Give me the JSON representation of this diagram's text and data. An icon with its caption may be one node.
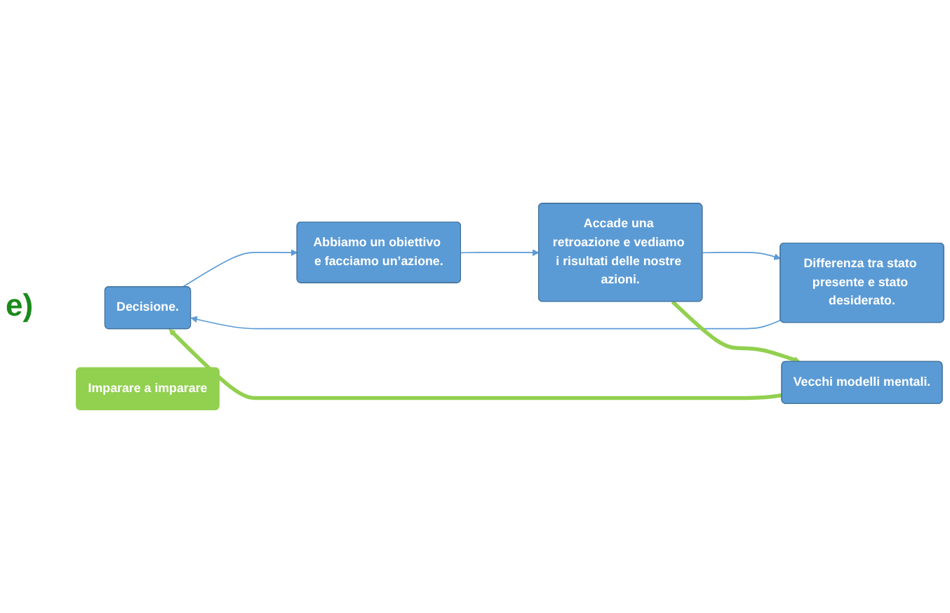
{
  "diagram": {
    "nodes": [
      {
        "text": [
          "Decisione."
        ]
      },
      {
        "text": [
          "Abbiamo un obiettivo e facciamo un’azione."
        ]
      },
      {
        "text": [
          "Accade una retroazione e vediamo i risultati delle nostre azioni."
        ]
      },
      {
        "text": [
          "Differenza tra stato presente e stato desiderato."
        ]
      },
      {
        "text": [
          "Vecchi modelli mentali."
        ]
      },
      {
        "text": [
          "Imparare a imparare"
        ]
      }
    ],
    "edges": [
      {
        "from": 0,
        "to": 1,
        "arrow": "to"
      },
      {
        "from": 1,
        "to": 2,
        "arrow": "to"
      },
      {
        "from": 2,
        "to": 3,
        "arrow": "to"
      },
      {
        "from": 3,
        "to": 0,
        "arrow": "to"
      },
      {
        "from": 2,
        "to": 4,
        "arrow": "to",
        "style": "thick",
        "color": "#92d050"
      },
      {
        "from": 4,
        "to": 0,
        "arrow": "to",
        "style": "thick",
        "color": "#92d050"
      }
    ],
    "labels": [
      "e)"
    ]
  }
}
